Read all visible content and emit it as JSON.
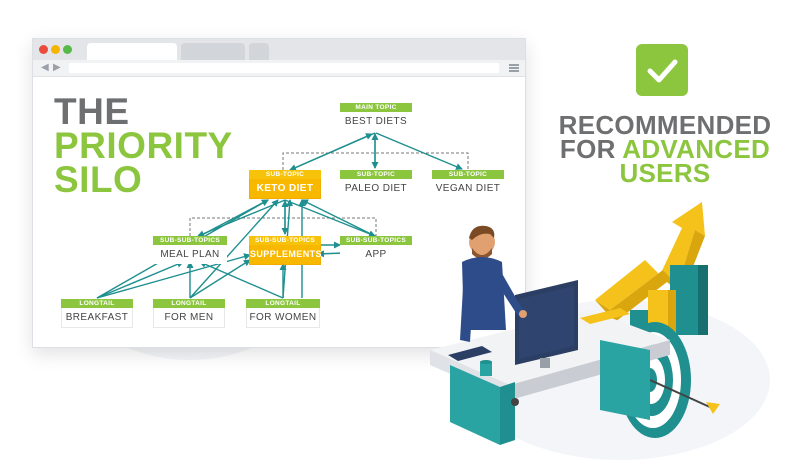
{
  "title": {
    "line1": "THE",
    "line2": "PRIORITY",
    "line3": "SILO"
  },
  "diagram": {
    "nodes": {
      "best_diets": {
        "tag": "MAIN TOPIC",
        "label": "BEST DIETS"
      },
      "keto_diet": {
        "tag": "SUB-TOPIC",
        "label": "KETO DIET"
      },
      "paleo_diet": {
        "tag": "SUB-TOPIC",
        "label": "PALEO DIET"
      },
      "vegan_diet": {
        "tag": "SUB-TOPIC",
        "label": "VEGAN DIET"
      },
      "meal_plan": {
        "tag": "SUB-SUB-TOPICS",
        "label": "MEAL PLAN"
      },
      "supplements": {
        "tag": "SUB-SUB-TOPICS",
        "label": "SUPPLEMENTS"
      },
      "app": {
        "tag": "SUB-SUB-TOPICS",
        "label": "APP"
      },
      "breakfast": {
        "tag": "LONGTAIL",
        "label": "BREAKFAST"
      },
      "for_men": {
        "tag": "LONGTAIL",
        "label": "FOR MEN"
      },
      "for_women": {
        "tag": "LONGTAIL",
        "label": "FOR WOMEN"
      }
    }
  },
  "recommendation": {
    "line1": "RECOMMENDED",
    "line2_prefix": "FOR",
    "line2_highlight": "ADVANCED",
    "line3": "USERS"
  },
  "icons": [
    "check-icon",
    "arrow-up-icon",
    "target-icon",
    "monitor-icon"
  ],
  "colors": {
    "accent_green": "#8cc63f",
    "accent_yellow": "#f9b800",
    "arrow_teal": "#1f8f8f",
    "title_gray": "#6e6f71"
  }
}
